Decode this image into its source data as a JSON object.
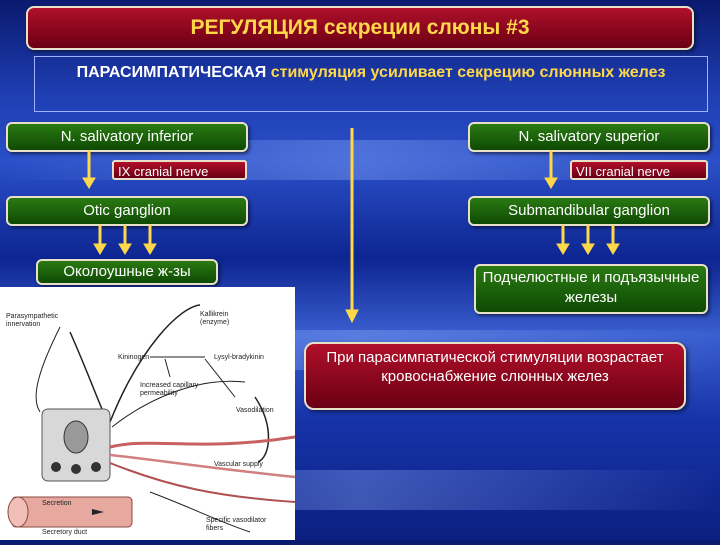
{
  "title": "РЕГУЛЯЦИЯ секреции слюны  #3",
  "subtitle": {
    "part1": "ПАРАСИМПАТИЧЕСКАЯ ",
    "part2": "стимуляция усиливает секрецию слюнных желез"
  },
  "left": {
    "nucleus": "N. salivatory inferior",
    "nerve": "IX cranial nerve",
    "ganglion": "Otic ganglion",
    "gland": "Околоушные ж-зы"
  },
  "right": {
    "nucleus": "N. salivatory superior",
    "nerve": "VII cranial nerve",
    "ganglion": "Submandibular ganglion",
    "gland": "Подчелюстные и подъязычные железы"
  },
  "blood_flow": "При парасимпатической стимуляции возрастает кровоснабжение слюнных желез",
  "figure": {
    "parasympathetic": "Parasympathetic innervation",
    "kallikrein": "Kallikrein (enzyme)",
    "kininogen": "Kininogen",
    "lysyl": "Lysyl-bradykinin",
    "permeability": "Increased capillary permeability",
    "vasodilation": "Vasodilation",
    "vascular": "Vascular supply",
    "secretion": "Secretion",
    "duct": "Secretory duct",
    "fibers": "Specific vasodilator fibers"
  },
  "colors": {
    "green": "#1f6a0c",
    "red": "#9a0c22",
    "yellow": "#ffd84a"
  }
}
